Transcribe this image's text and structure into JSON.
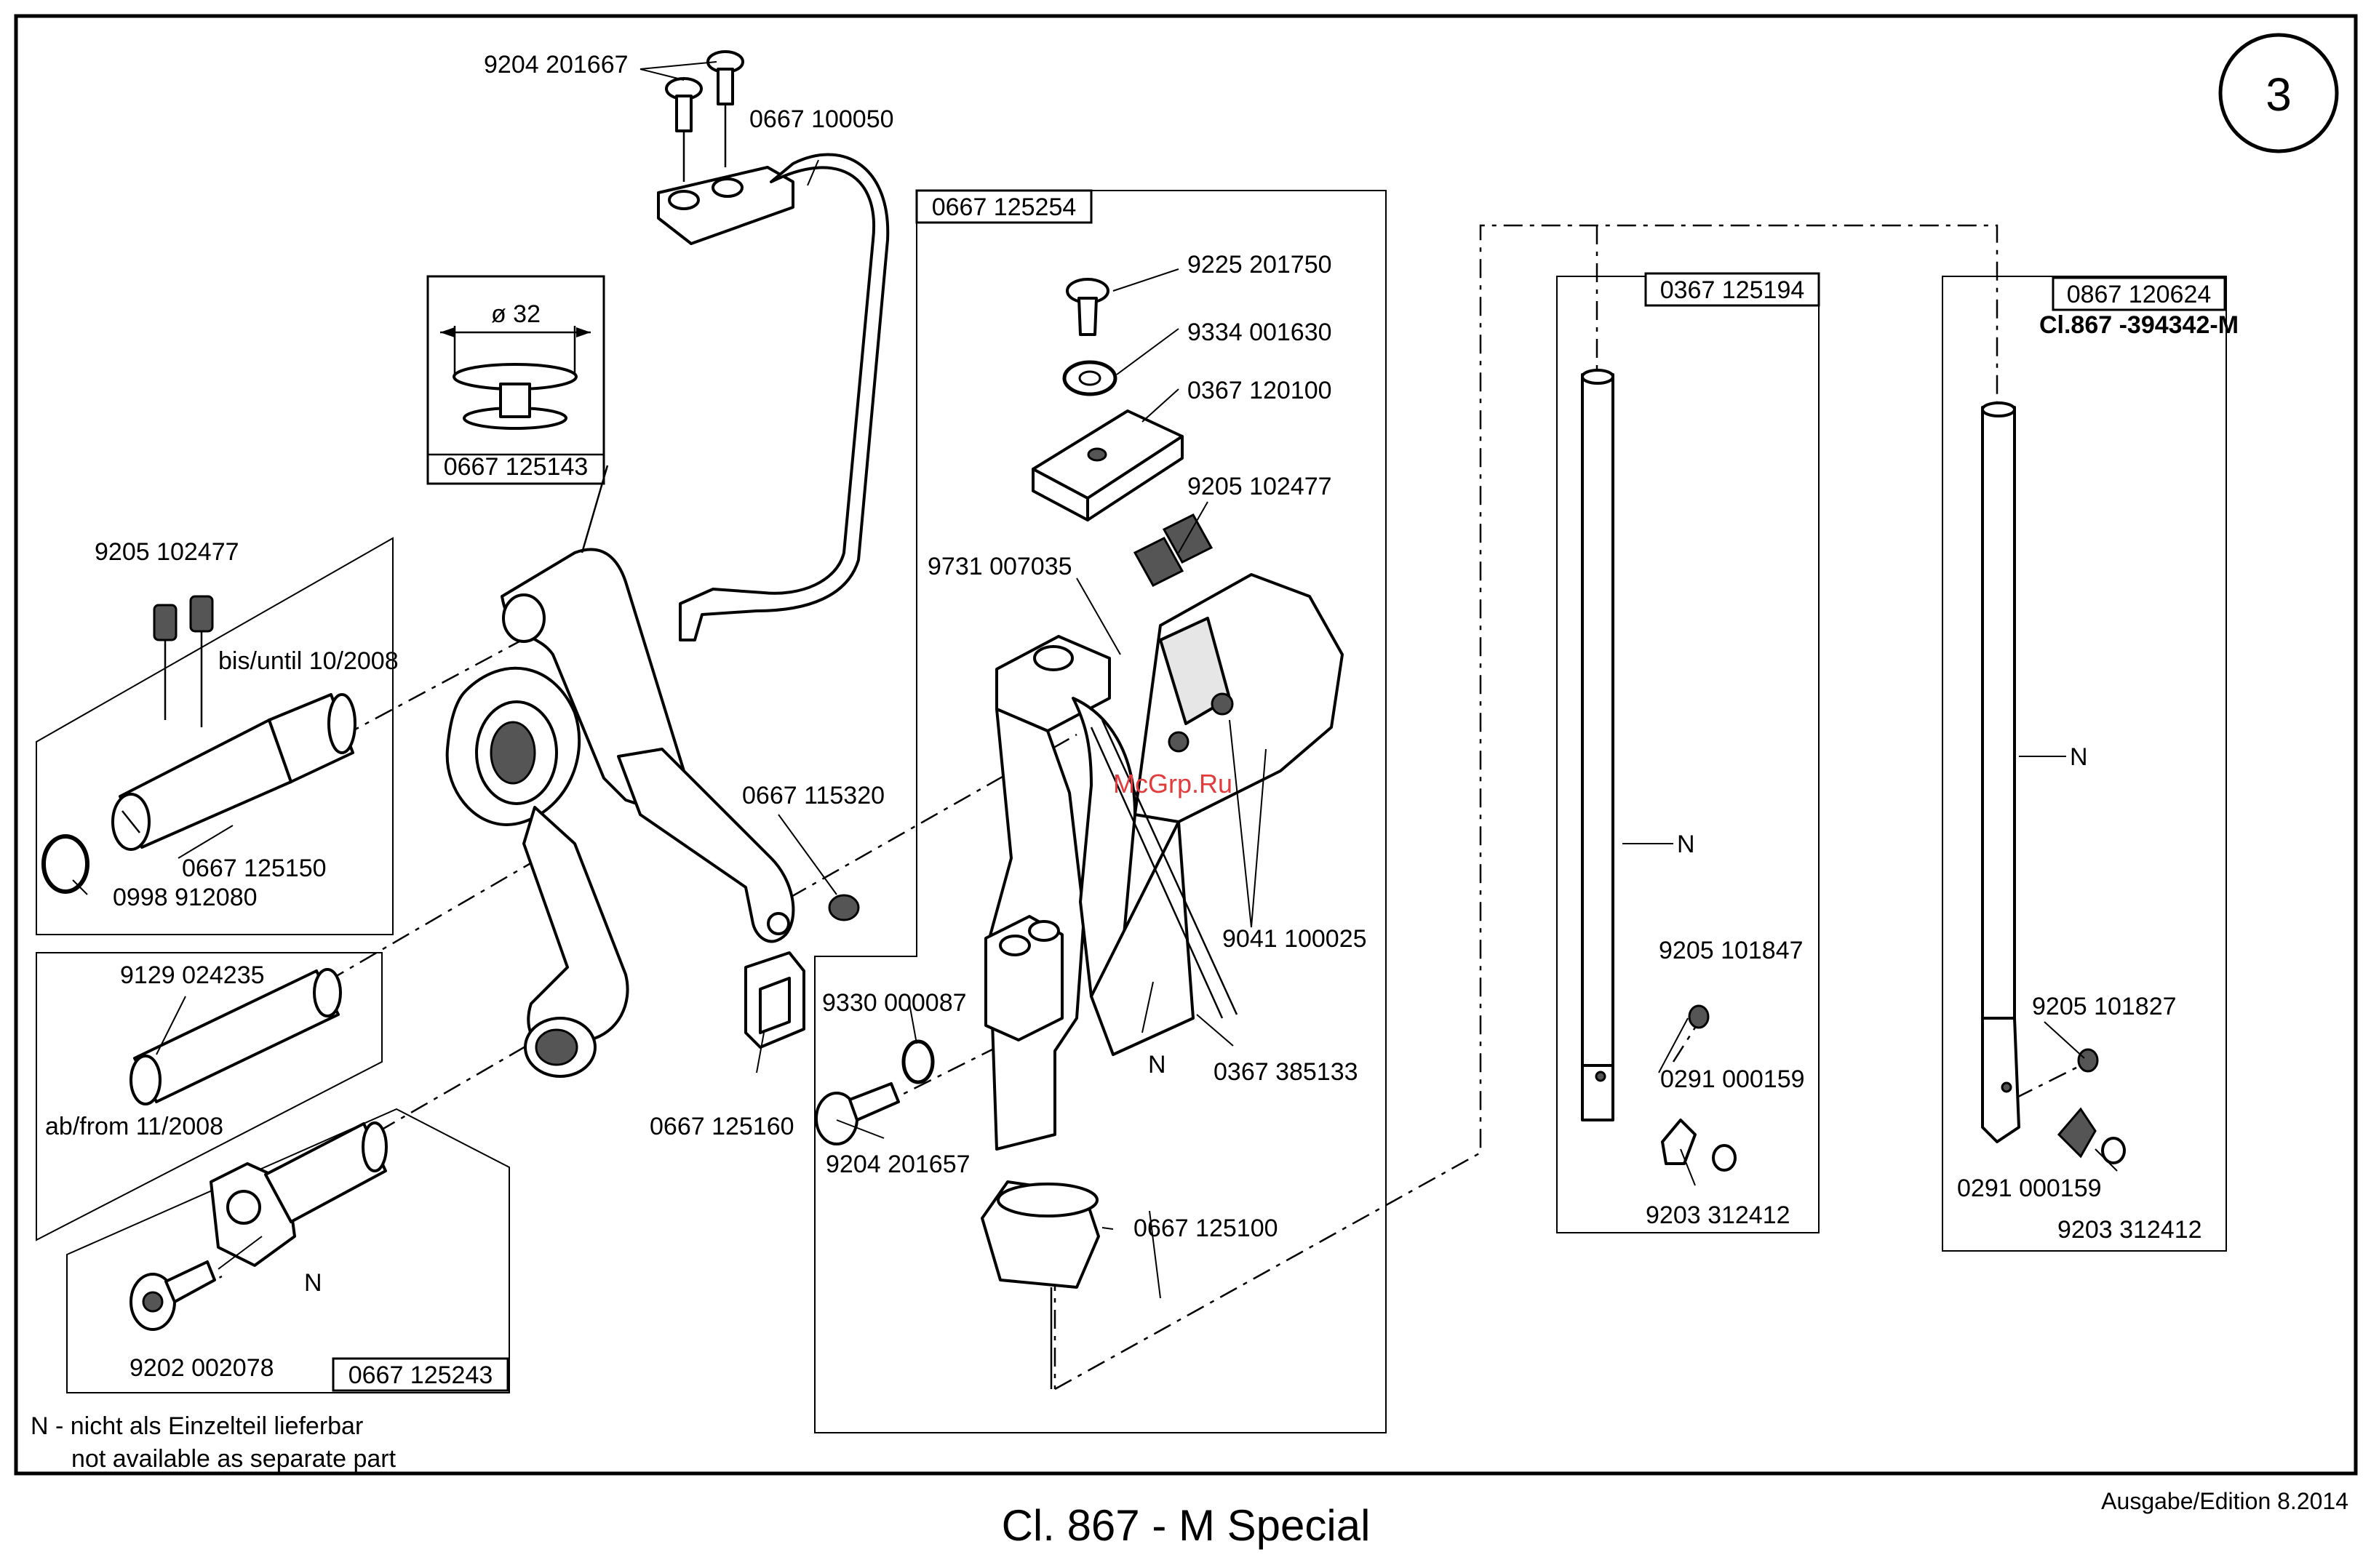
{
  "page_number": "3",
  "title": "Cl. 867 - M Special",
  "edition": "Ausgabe/Edition  8.2014",
  "watermark": "McGrp.Ru",
  "footnote": {
    "line1": "N - nicht als Einzelteil lieferbar",
    "line2": "not available as separate part"
  },
  "group_tags": {
    "g125143": "0667 125143",
    "g125254": "0667 125254",
    "g125194": "0367 125194",
    "g120624": "0867 120624",
    "g120624_sub": "Cl.867 -394342-M",
    "g125243": "0667 125243"
  },
  "dimension": "ø 32",
  "notes": {
    "bis": "bis/until 10/2008",
    "ab": "ab/from 11/2008"
  },
  "labels": {
    "p9204_201667_top": "9204 201667",
    "p0667_100050": "0667 100050",
    "p9225_201750": "9225 201750",
    "p9334_001630": "9334 001630",
    "p0367_120100": "0367 120100",
    "p9205_102477_r": "9205 102477",
    "p9731_007035": "9731 007035",
    "p9205_102477_l": "9205 102477",
    "p0667_125150": "0667 125150",
    "p0998_912080": "0998 912080",
    "p9129_024235": "9129 024235",
    "p0667_115320": "0667 115320",
    "p9041_100025": "9041 100025",
    "p9330_000087": "9330 000087",
    "p0367_385133": "0367 385133",
    "p9204_201657": "9204 201657",
    "p0667_125160": "0667 125160",
    "p0667_125100": "0667 125100",
    "p9202_002078": "9202 002078",
    "p9205_101847": "9205 101847",
    "p0291_000159_a": "0291 000159",
    "p9203_312412_a": "9203 312412",
    "p9205_101827": "9205 101827",
    "p0291_000159_b": "0291 000159",
    "p9203_312412_b": "9203 312412",
    "n1": "N",
    "n2": "N",
    "n3": "N",
    "n4": "N"
  }
}
